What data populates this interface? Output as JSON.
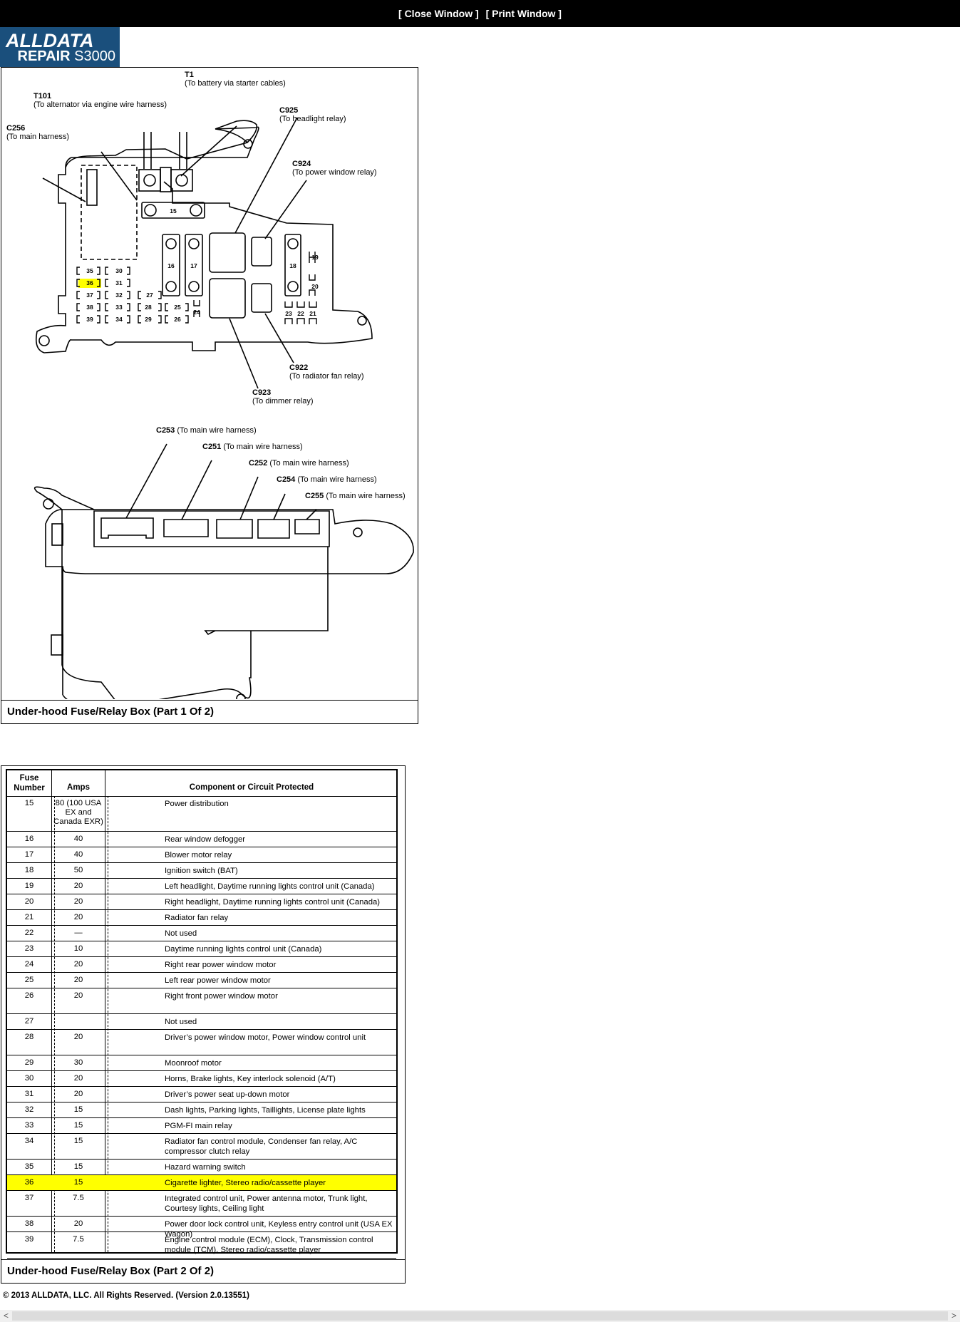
{
  "header": {
    "close_label": "[ Close Window ]",
    "print_label": "[ Print Window ]"
  },
  "logo": {
    "line1": "ALLDATA",
    "line2a": "REPAIR ",
    "line2b": "S3000"
  },
  "diagram": {
    "caption": "Under-hood Fuse/Relay Box (Part 1 Of 2)",
    "labels": {
      "t1_id": "T1",
      "t1_desc": "(To battery via starter cables)",
      "t101_id": "T101",
      "t101_desc": "(To alternator via engine wire harness)",
      "c256_id": "C256",
      "c256_desc": "(To main harness)",
      "c925_id": "C925",
      "c925_desc": "(To headlight relay)",
      "c924_id": "C924",
      "c924_desc": "(To power window relay)",
      "c922_id": "C922",
      "c922_desc": "(To radiator fan relay)",
      "c923_id": "C923",
      "c923_desc": "(To dimmer relay)",
      "c253_id": "C253",
      "c253_desc": "(To main wire harness)",
      "c251_id": "C251",
      "c251_desc": "(To main wire harness)",
      "c252_id": "C252",
      "c252_desc": "(To main wire harness)",
      "c254_id": "C254",
      "c254_desc": "(To main wire harness)",
      "c255_id": "C255",
      "c255_desc": "(To main wire harness)"
    },
    "fuse_numbers": {
      "f15": "15",
      "f16": "16",
      "f17": "17",
      "f18": "18",
      "f19": "19",
      "f20": "20",
      "f21": "21",
      "f22": "22",
      "f23": "23",
      "f24": "24",
      "f25": "25",
      "f26": "26",
      "f27": "27",
      "f28": "28",
      "f29": "29",
      "f30": "30",
      "f31": "31",
      "f32": "32",
      "f33": "33",
      "f34": "34",
      "f35": "35",
      "f36": "36",
      "f37": "37",
      "f38": "38",
      "f39": "39"
    },
    "highlight_color": "#ffff00"
  },
  "table": {
    "headers": {
      "fuse_line1": "Fuse",
      "fuse_line2": "Number",
      "amps": "Amps",
      "component": "Component or Circuit Protected"
    },
    "caption": "Under-hood Fuse/Relay Box (Part 2 Of 2)",
    "rows": [
      {
        "num": "15",
        "amps": "80 (100 USA EX and Canada EXR)",
        "desc": "Power distribution"
      },
      {
        "num": "16",
        "amps": "40",
        "desc": "Rear window defogger"
      },
      {
        "num": "17",
        "amps": "40",
        "desc": "Blower motor relay"
      },
      {
        "num": "18",
        "amps": "50",
        "desc": "Ignition switch (BAT)"
      },
      {
        "num": "19",
        "amps": "20",
        "desc": "Left headlight, Daytime running lights control unit (Canada)"
      },
      {
        "num": "20",
        "amps": "20",
        "desc": "Right headlight, Daytime running lights control unit (Canada)"
      },
      {
        "num": "21",
        "amps": "20",
        "desc": "Radiator fan relay"
      },
      {
        "num": "22",
        "amps": "—",
        "desc": "Not used"
      },
      {
        "num": "23",
        "amps": "10",
        "desc": "Daytime running lights control unit (Canada)"
      },
      {
        "num": "24",
        "amps": "20",
        "desc": "Right rear power window motor"
      },
      {
        "num": "25",
        "amps": "20",
        "desc": "Left rear power window motor"
      },
      {
        "num": "26",
        "amps": "20",
        "desc": "Right front power window motor"
      },
      {
        "num": "27",
        "amps": "",
        "desc": "Not used"
      },
      {
        "num": "28",
        "amps": "20",
        "desc": "Driver’s power window motor, Power window control unit"
      },
      {
        "num": "29",
        "amps": "30",
        "desc": "Moonroof motor"
      },
      {
        "num": "30",
        "amps": "20",
        "desc": "Horns, Brake lights, Key interlock solenoid (A/T)"
      },
      {
        "num": "31",
        "amps": "20",
        "desc": "Driver’s power seat up-down motor"
      },
      {
        "num": "32",
        "amps": "15",
        "desc": "Dash lights, Parking lights, Taillights, License plate lights"
      },
      {
        "num": "33",
        "amps": "15",
        "desc": "PGM-FI main relay"
      },
      {
        "num": "34",
        "amps": "15",
        "desc": "Radiator fan control module, Condenser fan relay, A/C compressor clutch relay"
      },
      {
        "num": "35",
        "amps": "15",
        "desc": "Hazard warning switch"
      },
      {
        "num": "36",
        "amps": "15",
        "desc": "Cigarette lighter, Stereo radio/cassette player",
        "highlighted": true
      },
      {
        "num": "37",
        "amps": "7.5",
        "desc": "Integrated control unit, Power antenna motor, Trunk light, Courtesy lights, Ceiling light"
      },
      {
        "num": "38",
        "amps": "20",
        "desc": "Power door lock control unit, Keyless entry control unit (USA EX Wagon)"
      },
      {
        "num": "39",
        "amps": "7.5",
        "desc": "Engine control module (ECM), Clock, Transmission control module (TCM), Stereo radio/cassette player"
      }
    ]
  },
  "footer": {
    "copyright": "© 2013 ALLDATA, LLC. All Rights Reserved.  (Version 2.0.13551)"
  },
  "scrollbar": {
    "left_arrow": "<",
    "right_arrow": ">"
  }
}
